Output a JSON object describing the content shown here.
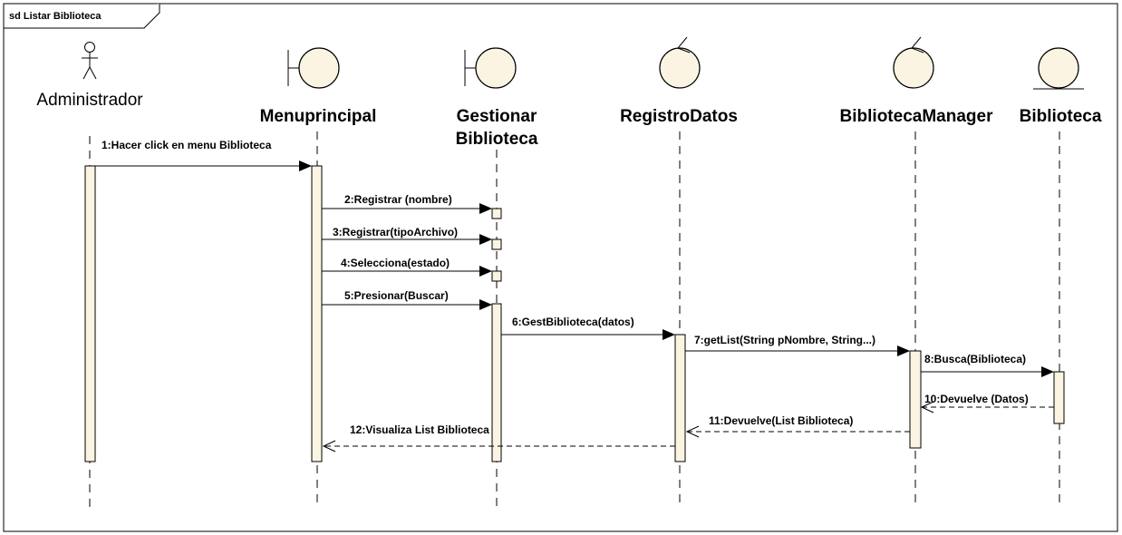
{
  "frame": {
    "title": "sd Listar Biblioteca"
  },
  "participants": [
    {
      "id": "administrador",
      "kind": "actor",
      "label": "Administrador"
    },
    {
      "id": "menuprincipal",
      "kind": "boundary",
      "label": "Menuprincipal"
    },
    {
      "id": "gestionar",
      "kind": "boundary",
      "label_lines": [
        "Gestionar",
        "Biblioteca"
      ]
    },
    {
      "id": "registrodatos",
      "kind": "control",
      "label": "RegistroDatos"
    },
    {
      "id": "bibliotecamanager",
      "kind": "control",
      "label": "BibliotecaManager"
    },
    {
      "id": "biblioteca",
      "kind": "entity",
      "label": "Biblioteca"
    }
  ],
  "messages": [
    {
      "n": 1,
      "label": "1:Hacer click en menu Biblioteca",
      "from": "administrador",
      "to": "menuprincipal",
      "kind": "sync"
    },
    {
      "n": 2,
      "label": "2:Registrar (nombre)",
      "from": "menuprincipal",
      "to": "gestionar",
      "kind": "sync"
    },
    {
      "n": 3,
      "label": "3:Registrar(tipoArchivo)",
      "from": "menuprincipal",
      "to": "gestionar",
      "kind": "sync"
    },
    {
      "n": 4,
      "label": "4:Selecciona(estado)",
      "from": "menuprincipal",
      "to": "gestionar",
      "kind": "sync"
    },
    {
      "n": 5,
      "label": "5:Presionar(Buscar)",
      "from": "menuprincipal",
      "to": "gestionar",
      "kind": "sync"
    },
    {
      "n": 6,
      "label": "6:GestBiblioteca(datos)",
      "from": "gestionar",
      "to": "registrodatos",
      "kind": "sync"
    },
    {
      "n": 7,
      "label": "7:getList(String pNombre, String...)",
      "from": "registrodatos",
      "to": "bibliotecamanager",
      "kind": "sync"
    },
    {
      "n": 8,
      "label": "8:Busca(Biblioteca)",
      "from": "bibliotecamanager",
      "to": "biblioteca",
      "kind": "sync"
    },
    {
      "n": 10,
      "label": "10:Devuelve (Datos)",
      "from": "biblioteca",
      "to": "bibliotecamanager",
      "kind": "return"
    },
    {
      "n": 11,
      "label": "11:Devuelve(List Biblioteca)",
      "from": "bibliotecamanager",
      "to": "registrodatos",
      "kind": "return"
    },
    {
      "n": 12,
      "label": "12:Visualiza List Biblioteca",
      "from": "registrodatos",
      "to": "menuprincipal",
      "kind": "return"
    }
  ]
}
